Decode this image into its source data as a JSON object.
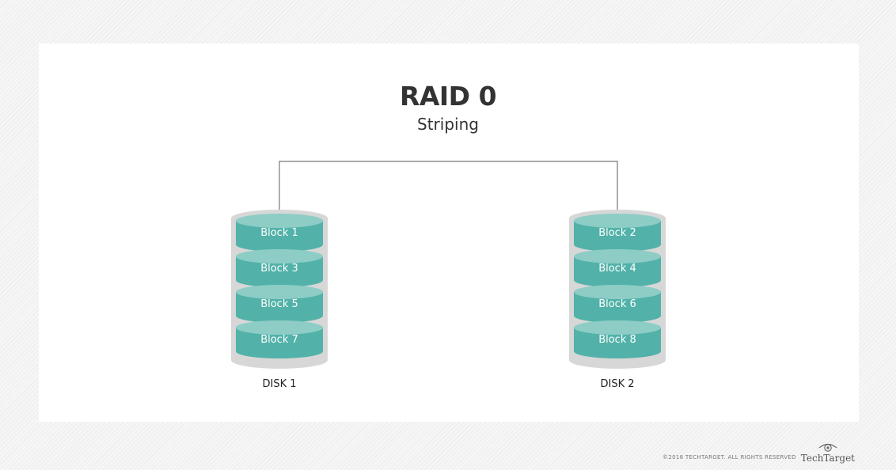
{
  "diagram": {
    "title": "RAID 0",
    "subtitle": "Striping",
    "disks": [
      {
        "label": "DISK 1",
        "blocks": [
          "Block 1",
          "Block 3",
          "Block 5",
          "Block 7"
        ]
      },
      {
        "label": "DISK 2",
        "blocks": [
          "Block 2",
          "Block 4",
          "Block 6",
          "Block 8"
        ]
      }
    ]
  },
  "colors": {
    "disk_top": "#8dcdc6",
    "disk_body": "#52b2a9",
    "disk_shell": "#d7d7d7",
    "connector": "#777777"
  },
  "footer": {
    "copyright": "©2018 TECHTARGET. ALL RIGHTS RESERVED",
    "brand": "TechTarget",
    "brand_icon": "eye-icon"
  }
}
